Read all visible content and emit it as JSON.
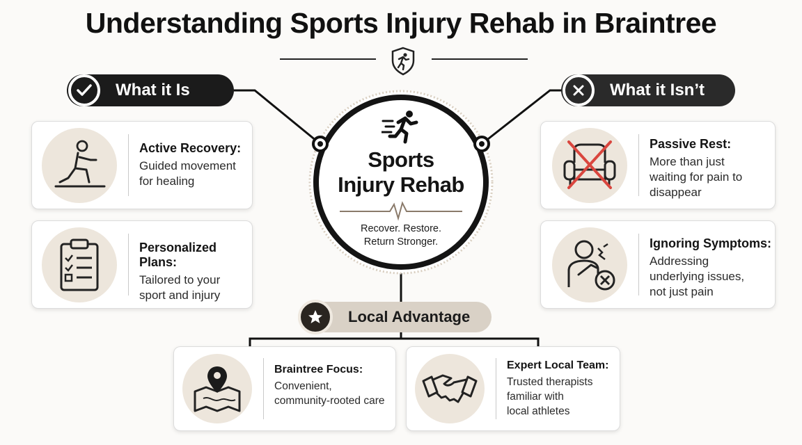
{
  "header": {
    "title": "Understanding Sports Injury Rehab in Braintree",
    "emblem_icon": "shield-runner-icon"
  },
  "center": {
    "icon": "running-person-icon",
    "title_line1": "Sports",
    "title_line2": "Injury Rehab",
    "tagline_line1": "Recover. Restore.",
    "tagline_line2": "Return Stronger."
  },
  "what_it_is": {
    "label": "What it Is",
    "icon": "check-icon",
    "cards": [
      {
        "title": "Active Recovery:",
        "desc_line1": "Guided movement",
        "desc_line2": "for healing",
        "icon": "lunge-exercise-icon"
      },
      {
        "title": "Personalized Plans:",
        "desc_line1": "Tailored to your",
        "desc_line2": "sport and injury",
        "icon": "clipboard-checklist-icon"
      }
    ]
  },
  "what_it_isnt": {
    "label": "What it Isn’t",
    "icon": "x-icon",
    "cards": [
      {
        "title": "Passive Rest:",
        "desc_line1": "More than just",
        "desc_line2": "waiting for pain to",
        "desc_line3": "disappear",
        "icon": "crossed-armchair-icon"
      },
      {
        "title": "Ignoring Symptoms:",
        "desc_line1": "Addressing",
        "desc_line2": "underlying issues,",
        "desc_line3": "not just pain",
        "icon": "shoulder-pain-icon"
      }
    ]
  },
  "local": {
    "label": "Local Advantage",
    "icon": "star-icon",
    "cards": [
      {
        "title": "Braintree Focus:",
        "desc_line1": "Convenient,",
        "desc_line2": "community-rooted care",
        "icon": "map-pin-icon"
      },
      {
        "title": "Expert Local Team:",
        "desc_line1": "Trusted therapists",
        "desc_line2": "familiar with",
        "desc_line3": "local athletes",
        "icon": "handshake-icon"
      }
    ]
  },
  "colors": {
    "dark": "#1b1b1b",
    "beige": "#ede6dc",
    "cross_red": "#d9463e"
  }
}
